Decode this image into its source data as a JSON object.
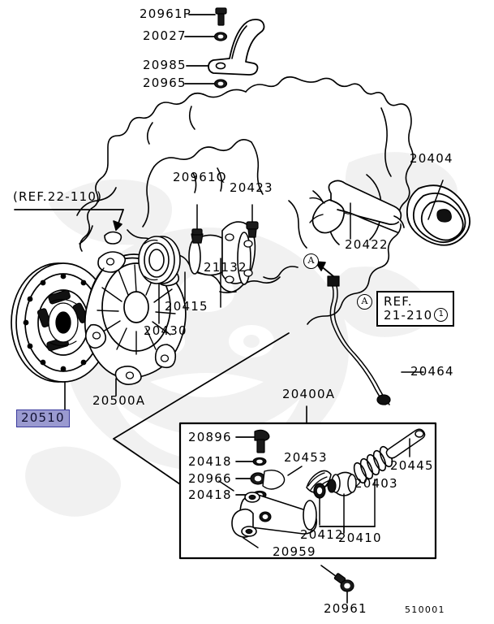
{
  "diagram": {
    "drawing_number": "510001",
    "reference_note": "(REF.22-110)",
    "ref_box": {
      "line1": "REF.",
      "line2": "21-210",
      "circled": "1"
    },
    "callout_marker": "A",
    "highlight_color": "#9a9ad0",
    "highlight_border_color": "#3a3a9c",
    "ink_color": "#000000",
    "watermark_color": "#f0f0f0"
  },
  "labels": {
    "top_stack": [
      {
        "id": "l-20961P",
        "text": "20961P"
      },
      {
        "id": "l-20027",
        "text": "20027"
      },
      {
        "id": "l-20985",
        "text": "20985"
      },
      {
        "id": "l-20965",
        "text": "20965"
      }
    ],
    "middle": [
      {
        "id": "l-20961Q",
        "text": "20961Q"
      },
      {
        "id": "l-20423",
        "text": "20423"
      },
      {
        "id": "l-21132",
        "text": "21132"
      },
      {
        "id": "l-20415",
        "text": "20415"
      },
      {
        "id": "l-20430",
        "text": "20430"
      },
      {
        "id": "l-20404",
        "text": "20404"
      },
      {
        "id": "l-20422",
        "text": "20422"
      },
      {
        "id": "l-20464",
        "text": "20464"
      },
      {
        "id": "l-20400A",
        "text": "20400A"
      },
      {
        "id": "l-20500A",
        "text": "20500A"
      }
    ],
    "highlighted": {
      "id": "l-20510",
      "text": "20510"
    },
    "inset": [
      {
        "id": "l-20896",
        "text": "20896"
      },
      {
        "id": "l-20418a",
        "text": "20418"
      },
      {
        "id": "l-20966",
        "text": "20966"
      },
      {
        "id": "l-20418b",
        "text": "20418"
      },
      {
        "id": "l-20453",
        "text": "20453"
      },
      {
        "id": "l-20445",
        "text": "20445"
      },
      {
        "id": "l-20403",
        "text": "20403"
      },
      {
        "id": "l-20410",
        "text": "20410"
      },
      {
        "id": "l-20412",
        "text": "20412"
      },
      {
        "id": "l-20959",
        "text": "20959"
      }
    ],
    "bottom": [
      {
        "id": "l-20961",
        "text": "20961"
      }
    ]
  }
}
